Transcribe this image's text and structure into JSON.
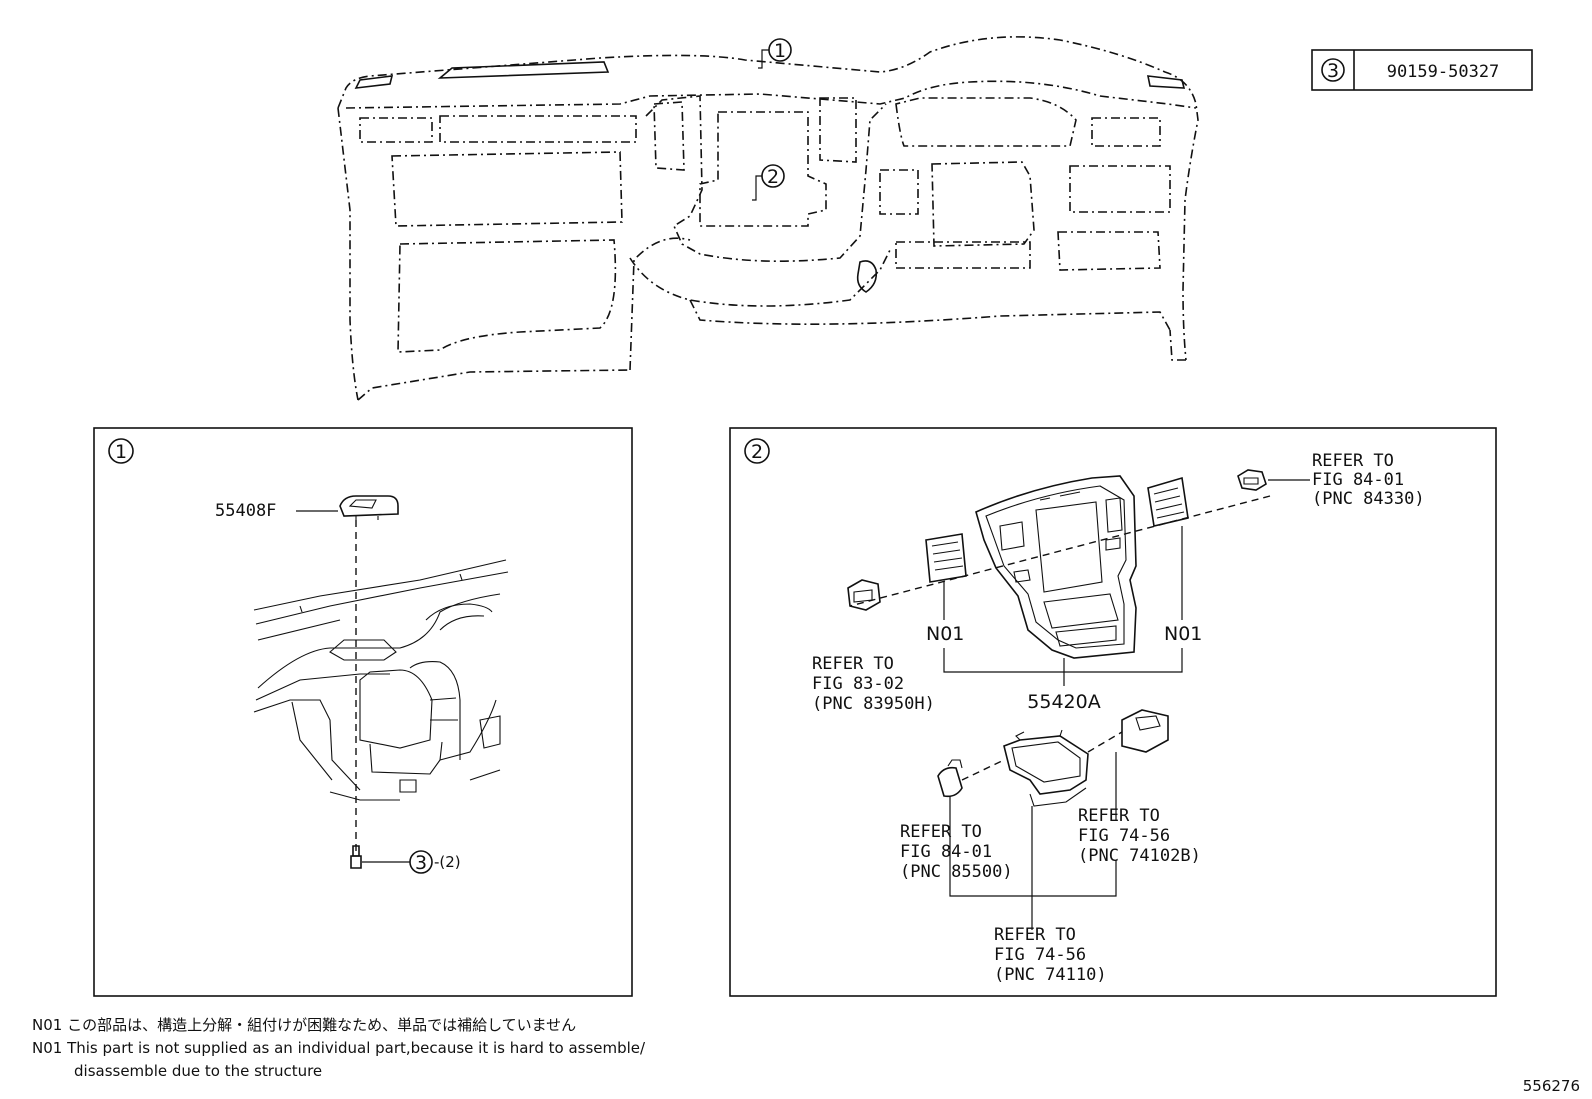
{
  "overview": {
    "callout_1": "1",
    "callout_2": "2"
  },
  "hardware_table": {
    "ref": "3",
    "part_number": "90159-50327"
  },
  "detail_1": {
    "callout": "1",
    "part_cover": "55408F",
    "screw_ref": "3",
    "screw_qty": "-(2)"
  },
  "detail_2": {
    "callout": "2",
    "refer_top_right": [
      "REFER TO",
      "FIG 84-01",
      "(PNC 84330)"
    ],
    "refer_left": [
      "REFER TO",
      "FIG 83-02",
      "(PNC 83950H)"
    ],
    "note_left": "N01",
    "note_right": "N01",
    "part_panel": "55420A",
    "refer_lower_left": [
      "REFER TO",
      "FIG 84-01",
      "(PNC 85500)"
    ],
    "refer_lower_right": [
      "REFER TO",
      "FIG 74-56",
      "(PNC 74102B)"
    ],
    "refer_bottom": [
      "REFER TO",
      "FIG 74-56",
      "(PNC 74110)"
    ]
  },
  "notes": {
    "jp": "N01 この部品は、構造上分解・組付けが困難なため、単品では補給していません",
    "en_1": "N01 This part is not supplied as an individual part,because it is hard to assemble/",
    "en_2": "disassemble due to the structure"
  },
  "figure_id": "556276"
}
